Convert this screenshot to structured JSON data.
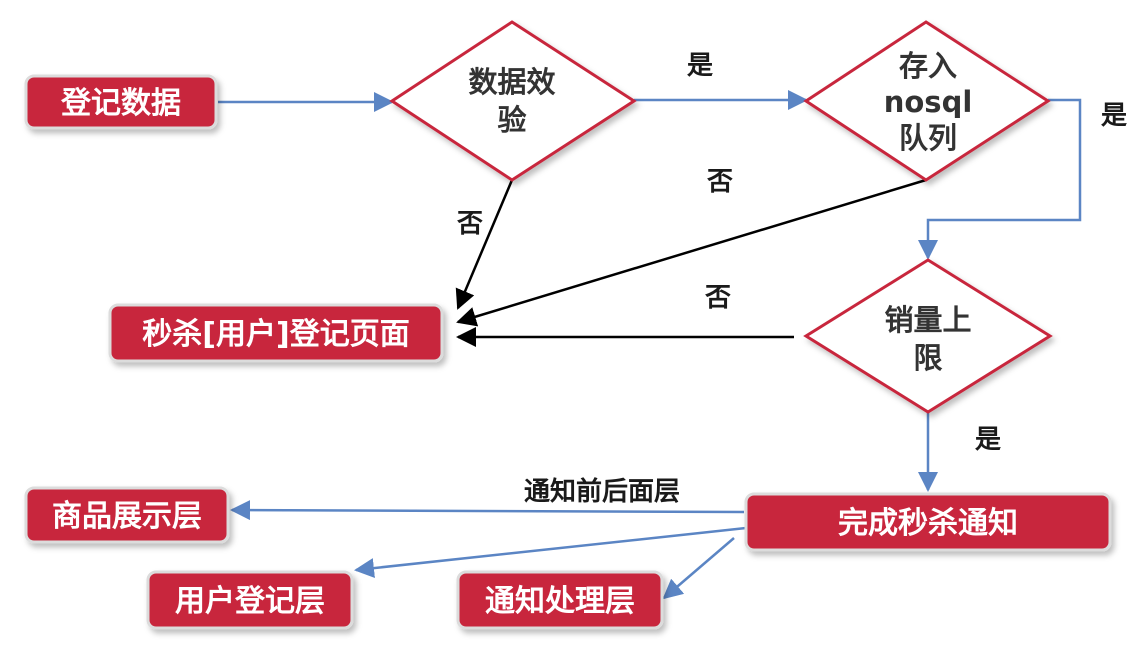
{
  "colors": {
    "box_fill": "#c8283c",
    "box_border": "#dcdcdc",
    "diamond_fill": "#ffffff",
    "diamond_stroke": "#c8283c",
    "blue_arrow": "#5b85c4",
    "black_arrow": "#000000"
  },
  "nodes": {
    "register_data": "登记数据",
    "seckill_page": "秒杀[用户]登记页面",
    "product_layer": "商品展示层",
    "user_register_layer": "用户登记层",
    "notify_process_layer": "通知处理层",
    "complete_notify": "完成秒杀通知"
  },
  "decisions": {
    "validate": [
      "数据效",
      "验"
    ],
    "nosql": [
      "存入",
      "nosql",
      "队列"
    ],
    "sales_limit": [
      "销量上",
      "限"
    ]
  },
  "labels": {
    "yes_1": "是",
    "yes_2": "是",
    "yes_3": "是",
    "no_1": "否",
    "no_2": "否",
    "no_3": "否",
    "notify_layers": "通知前后面层"
  }
}
